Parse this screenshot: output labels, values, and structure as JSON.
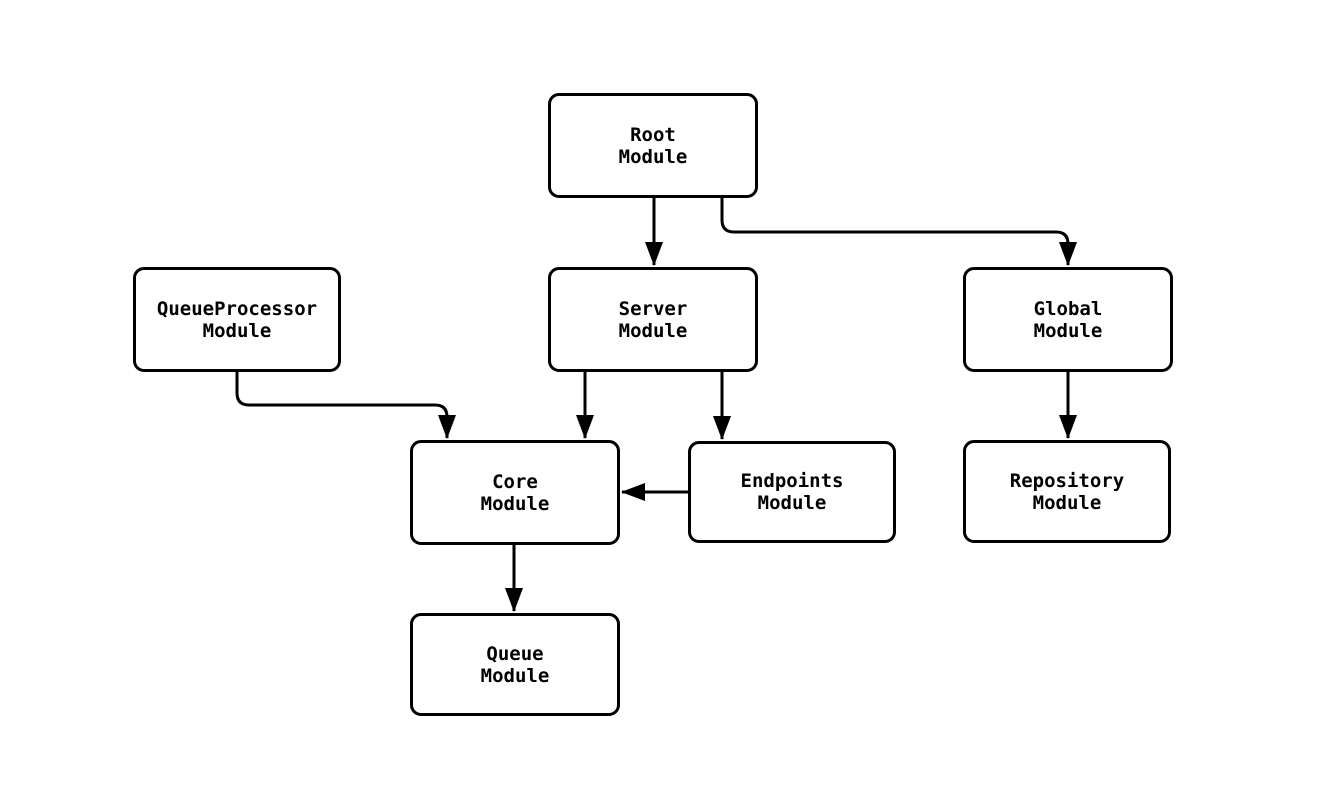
{
  "diagram": {
    "type": "module-dependency-graph",
    "colors": {
      "background": "#ffffff",
      "node_fill": "#ffffff",
      "node_border": "#000000",
      "edge_stroke": "#000000",
      "text": "#000000"
    },
    "nodes": [
      {
        "id": "root",
        "line1": "Root",
        "line2": "Module"
      },
      {
        "id": "queueprocessor",
        "line1": "QueueProcessor",
        "line2": "Module"
      },
      {
        "id": "server",
        "line1": "Server",
        "line2": "Module"
      },
      {
        "id": "global",
        "line1": "Global",
        "line2": "Module"
      },
      {
        "id": "core",
        "line1": "Core",
        "line2": "Module"
      },
      {
        "id": "endpoints",
        "line1": "Endpoints",
        "line2": "Module"
      },
      {
        "id": "repository",
        "line1": "Repository",
        "line2": "Module"
      },
      {
        "id": "queue",
        "line1": "Queue",
        "line2": "Module"
      }
    ],
    "edges": [
      {
        "from": "root",
        "to": "server"
      },
      {
        "from": "root",
        "to": "global"
      },
      {
        "from": "queueprocessor",
        "to": "core"
      },
      {
        "from": "server",
        "to": "core"
      },
      {
        "from": "server",
        "to": "endpoints"
      },
      {
        "from": "endpoints",
        "to": "core"
      },
      {
        "from": "global",
        "to": "repository"
      },
      {
        "from": "core",
        "to": "queue"
      }
    ]
  }
}
